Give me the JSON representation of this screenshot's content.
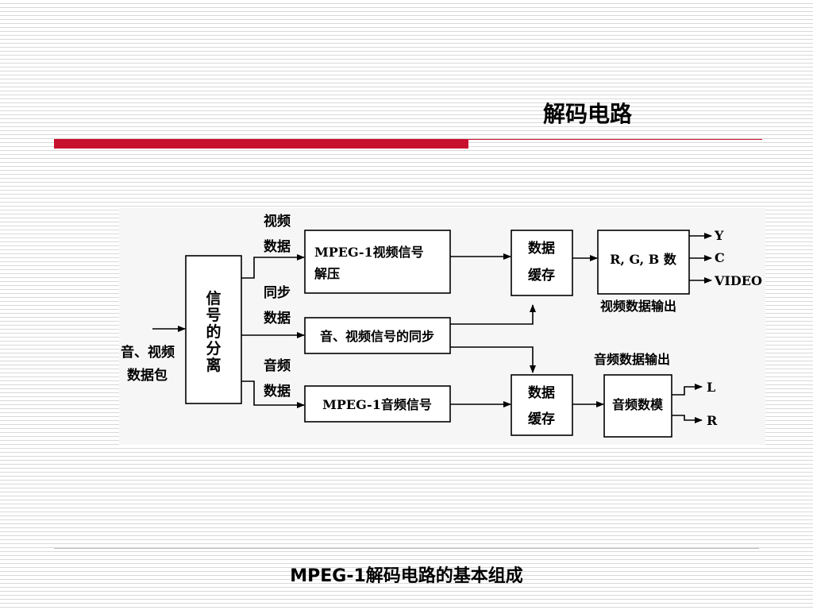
{
  "slide": {
    "title": "解码电路",
    "caption": "MPEG-1解码电路的基本组成"
  },
  "diagram": {
    "input_label_line1": "音、视频",
    "input_label_line2": "数据包",
    "separator": [
      "信",
      "号",
      "的",
      "分",
      "离"
    ],
    "video_data_line1": "视频",
    "video_data_line2": "数据",
    "sync_data_line1": "同步",
    "sync_data_line2": "数据",
    "audio_data_line1": "音频",
    "audio_data_line2": "数据",
    "video_decompress_line1": "MPEG-1视频信号",
    "video_decompress_line2": "解压",
    "av_sync": "音、视频信号的同步",
    "audio_signal": "MPEG-1音频信号",
    "buffer_line1": "数据",
    "buffer_line2": "缓存",
    "rgb": "R, G, B 数",
    "video_output_label": "视频数据输出",
    "audio_output_label": "音频数据输出",
    "audio_dac": "音频数模",
    "out_y": "Y",
    "out_c": "C",
    "out_video": "VIDEO",
    "out_l": "L",
    "out_r": "R"
  },
  "colors": {
    "accent_red": "#c8102e",
    "stripe": "#d9d9d9"
  }
}
